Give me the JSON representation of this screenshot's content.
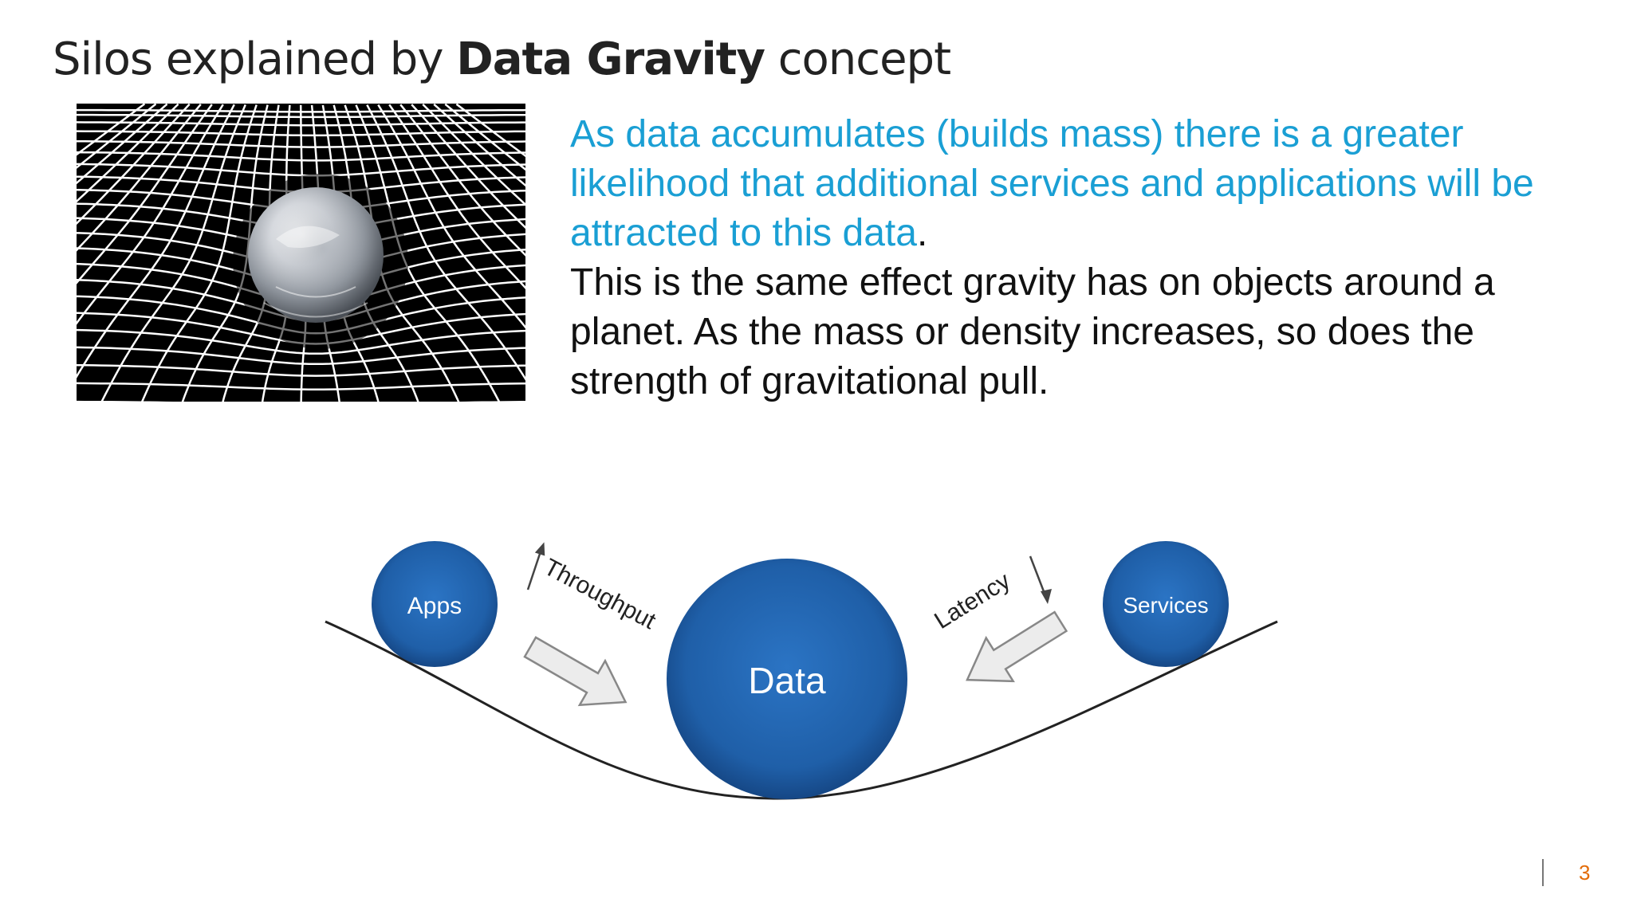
{
  "title": {
    "prefix": "Silos explained by ",
    "bold": "Data Gravity",
    "suffix": " concept"
  },
  "body": {
    "highlight": "As data accumulates (builds mass) there is a greater likelihood that additional services and applications will be attracted to this data",
    "highlight_end": ".",
    "rest": "This is the same effect gravity has on objects around a planet. As the mass or density increases, so does the strength of gravitational pull."
  },
  "diagram": {
    "left_node": "Apps",
    "center_node": "Data",
    "right_node": "Services",
    "left_arrow_label": "Throughput",
    "right_arrow_label": "Latency"
  },
  "colors": {
    "accent": "#1a9fd4",
    "node_blue": "#1f5fa8",
    "page_number": "#e36c09"
  },
  "footer": {
    "page_number": "3"
  }
}
